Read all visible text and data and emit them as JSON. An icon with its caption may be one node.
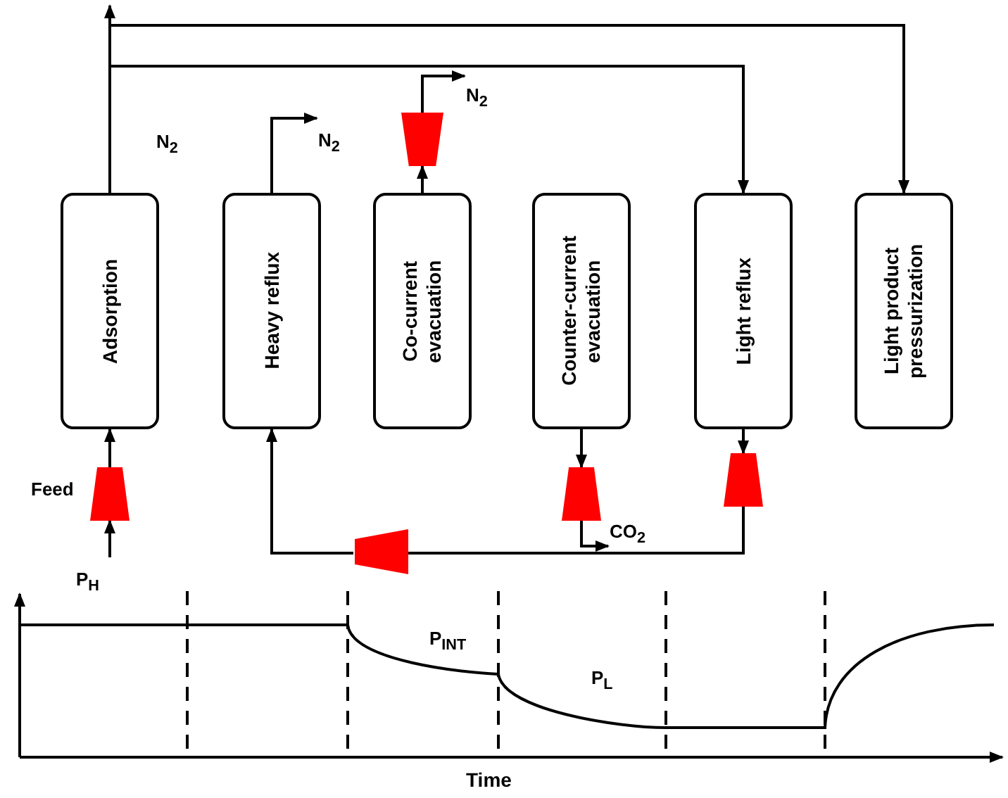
{
  "diagram": {
    "nodes": [
      {
        "text": [
          "Adsorption"
        ]
      },
      {
        "text": [
          "Heavy reflux"
        ]
      },
      {
        "text": [
          "Co-current evacuation"
        ]
      },
      {
        "text": [
          "Counter-current evacuation"
        ]
      },
      {
        "text": [
          "Light reflux"
        ]
      },
      {
        "text": [
          "Light product pressurization"
        ]
      },
      {
        "text": [],
        "shape": "trapezoid",
        "beside": [
          "Feed"
        ]
      },
      {
        "text": [],
        "shape": "trapezoid"
      },
      {
        "text": [],
        "shape": "trapezoid"
      },
      {
        "text": [],
        "shape": "trapezoid"
      },
      {
        "text": [],
        "shape": "trapezoid"
      },
      {
        "text": [
          "N$_{2}$"
        ]
      },
      {
        "text": [
          "N$_{2}$"
        ]
      },
      {
        "text": [
          "CO$_{2}$"
        ]
      }
    ],
    "edges": [
      {
        "from": 0,
        "to": null,
        "arrow": "to"
      },
      {
        "from": 0,
        "to": 5,
        "arrow": "to"
      },
      {
        "from": 0,
        "to": 4,
        "arrow": "to"
      },
      {
        "from": 1,
        "to": 11,
        "arrow": "to"
      },
      {
        "from": 2,
        "to": 7,
        "arrow": "to"
      },
      {
        "from": 7,
        "to": 12,
        "arrow": "to"
      },
      {
        "from": 3,
        "to": 8,
        "arrow": "to"
      },
      {
        "from": 8,
        "to": 13,
        "arrow": "to"
      },
      {
        "from": 4,
        "to": 9,
        "arrow": "to"
      },
      {
        "from": 9,
        "to": 10,
        "arrow": "none"
      },
      {
        "from": 10,
        "to": 1,
        "arrow": "to"
      },
      {
        "from": null,
        "to": 6,
        "arrow": "to"
      },
      {
        "from": 6,
        "to": 0,
        "arrow": "to"
      }
    ],
    "labels": [
      "N$_{2}$",
      "P$_{H}$",
      "P$_{INT}$",
      "P$_{L}$",
      "Time"
    ]
  }
}
